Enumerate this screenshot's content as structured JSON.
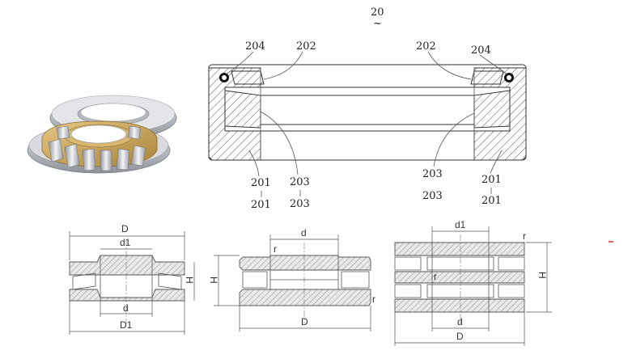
{
  "figure": {
    "number_label": "20",
    "tilde": "~"
  },
  "callouts": {
    "top_left_seal": "204",
    "top_left_washer": "202",
    "top_right_washer": "202",
    "top_right_seal": "204",
    "bottom_left_ring_a": "201",
    "bottom_left_ring_b": "201",
    "bottom_left_roller_a": "203",
    "bottom_left_roller_b": "203",
    "bottom_right_roller_a": "203",
    "bottom_right_roller_b": "203",
    "bottom_right_ring_a": "201",
    "bottom_right_ring_b": "201"
  },
  "drawing1": {
    "D": "D",
    "d1": "d1",
    "d": "d",
    "D1": "D1",
    "H": "H"
  },
  "drawing2": {
    "d": "d",
    "r_top": "r",
    "r_right": "r",
    "H": "H",
    "D": "D"
  },
  "drawing3": {
    "d1": "d1",
    "r_top": "r",
    "r_mid": "r",
    "H": "H",
    "d": "d",
    "D": "D"
  },
  "colors": {
    "bronze_cage": "#c9a55a",
    "steel": "#c8cbd0",
    "red_mark": "#d0342c"
  }
}
